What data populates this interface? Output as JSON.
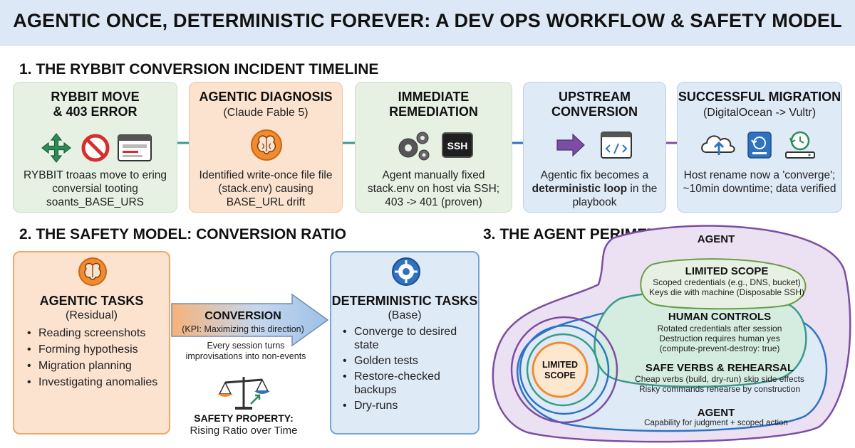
{
  "title": "AGENTIC ONCE, DETERMINISTIC FOREVER: A DEV OPS WORKFLOW & SAFETY MODEL",
  "colors": {
    "green": "#e6f1e3",
    "orange": "#fbe3cf",
    "blue": "#dfeaf7",
    "purple": "#ece1f2",
    "accent_orange": "#f28b2e",
    "accent_blue": "#2f72c2",
    "accent_purple": "#7b4ea3",
    "accent_teal": "#3a9a8a"
  },
  "timeline": {
    "heading": "1. THE RYBBIT CONVERSION INCIDENT TIMELINE",
    "stages": [
      {
        "title": "RYBBIT MOVE\n& 403 ERROR",
        "subtitle": "",
        "body": "RYBBIT troaas move to ering conversial tooting soants_BASE_URS",
        "icons": [
          "move-arrows-icon",
          "prohibited-icon",
          "browser-error-icon"
        ]
      },
      {
        "title": "AGENTIC DIAGNOSIS",
        "subtitle": "(Claude Fable 5)",
        "body": "Identified write-once file file (stack.env) causing BASE_URL drift",
        "icons": [
          "brain-icon"
        ]
      },
      {
        "title": "IMMEDIATE\nREMEDIATION",
        "subtitle": "",
        "body": "Agent manually fixed stack.env on host via SSH; 403 -> 401 (proven)",
        "icons": [
          "gears-icon",
          "ssh-terminal-icon"
        ]
      },
      {
        "title": "UPSTREAM\nCONVERSION",
        "subtitle": "",
        "body_pre": "Agentic fix becomes a ",
        "body_bold": "deterministic loop",
        "body_post": " in the playbook",
        "icons": [
          "arrow-right-icon",
          "code-window-icon"
        ]
      },
      {
        "title": "SUCCESSFUL MIGRATION",
        "subtitle": "(DigitalOcean -> Vultr)",
        "body": "Host rename now a 'converge'; ~10min downtime; data verified",
        "icons": [
          "cloud-upload-icon",
          "disk-restore-icon",
          "server-history-icon"
        ]
      }
    ],
    "ssh_label": "SSH"
  },
  "safety": {
    "heading": "2. THE SAFETY MODEL: CONVERSION RATIO",
    "agentic": {
      "title": "AGENTIC TASKS",
      "subtitle": "(Residual)",
      "items": [
        "Reading screenshots",
        "Forming hypothesis",
        "Migration planning",
        "Investigating anomalies"
      ]
    },
    "conversion": {
      "title": "CONVERSION",
      "subtitle": "(KPI: Maximizing this direction)",
      "desc": "Every session turns improvisations into non-events"
    },
    "property": {
      "title": "SAFETY PROPERTY:",
      "subtitle": "Rising Ratio over Time"
    },
    "deterministic": {
      "title": "DETERMINISTIC TASKS",
      "subtitle": "(Base)",
      "items": [
        "Converge to desired state",
        "Golden tests",
        "Restore-checked backups",
        "Dry-runs"
      ]
    }
  },
  "perimeter": {
    "heading": "3. THE AGENT PERIMETER",
    "outer_label": "AGENT",
    "limited_scope": {
      "title": "LIMITED SCOPE",
      "lines": [
        "Scoped credentials (e.g., DNS, bucket)",
        "Keys die with machine (Disposable SSH)"
      ]
    },
    "human_controls": {
      "title": "HUMAN CONTROLS",
      "lines": [
        "Rotated credentials after session",
        "Destruction requires human yes",
        "(compute-prevent-destroy: true)"
      ]
    },
    "safe_verbs": {
      "title": "SAFE VERBS & REHEARSAL",
      "lines": [
        "Cheap verbs (build, dry-run) skip side effects",
        "Risky commands rehearse by construction"
      ]
    },
    "agent_core": {
      "title": "AGENT",
      "line": "Capability for judgment + scoped action"
    },
    "inner_label": "LIMITED\nSCOPE"
  }
}
